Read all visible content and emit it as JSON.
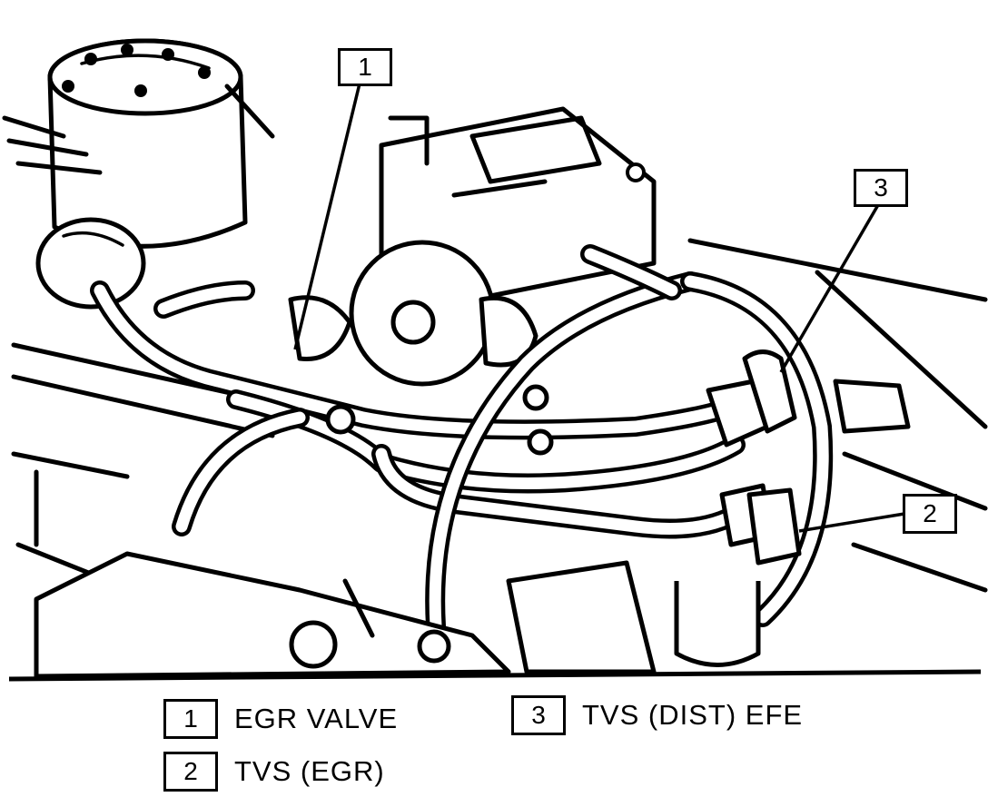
{
  "callouts": [
    {
      "number": "1"
    },
    {
      "number": "2"
    },
    {
      "number": "3"
    }
  ],
  "legend": [
    {
      "number": "1",
      "label": "EGR VALVE"
    },
    {
      "number": "2",
      "label": "TVS (EGR)"
    },
    {
      "number": "3",
      "label": "TVS (DIST) EFE"
    }
  ]
}
